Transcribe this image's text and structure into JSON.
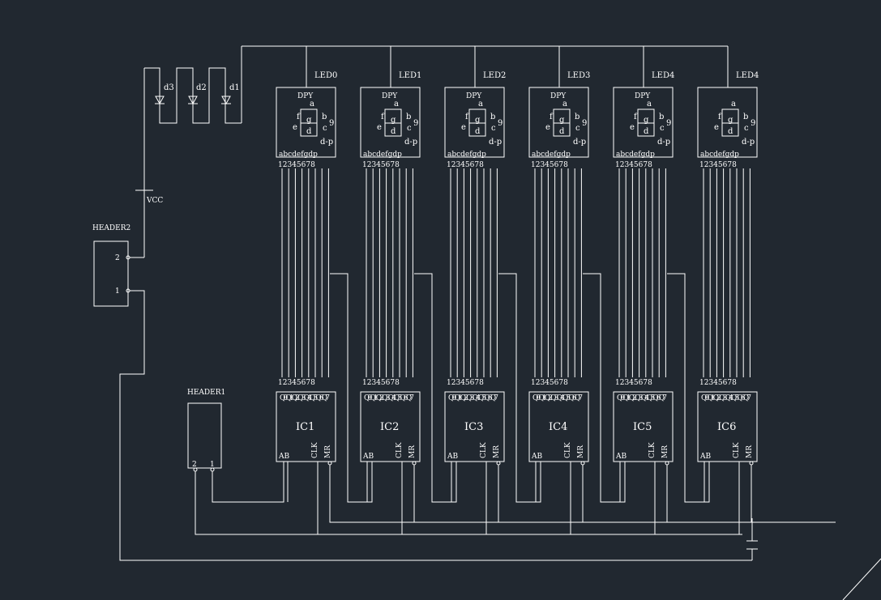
{
  "diagram": {
    "background": "#212830",
    "line_color": "#ffffff",
    "vcc": {
      "label": "VCC"
    },
    "diodes": [
      {
        "id": "d3",
        "label": "d3"
      },
      {
        "id": "d2",
        "label": "d2"
      },
      {
        "id": "d1",
        "label": "d1"
      }
    ],
    "header2": {
      "label": "HEADER2",
      "pins": [
        "2",
        "1"
      ]
    },
    "header1": {
      "label": "HEADER1",
      "pins": [
        "2",
        "1"
      ]
    },
    "displays": [
      {
        "label": "LED0",
        "type": "DPY"
      },
      {
        "label": "LED1",
        "type": "DPY"
      },
      {
        "label": "LED2",
        "type": "DPY"
      },
      {
        "label": "LED3",
        "type": "DPY"
      },
      {
        "label": "LED4",
        "type": "DPY"
      },
      {
        "label": "LED4",
        "type": ""
      }
    ],
    "display_segments": {
      "a": "a",
      "b": "b",
      "c": "c",
      "d": "d",
      "e": "e",
      "f": "f",
      "g": "g",
      "dp": "d-p",
      "extra": "9"
    },
    "display_pin_letters": "abcdefgdp",
    "display_pin_numbers": "12345678",
    "chips": [
      {
        "label": "IC1"
      },
      {
        "label": "IC2"
      },
      {
        "label": "IC3"
      },
      {
        "label": "IC4"
      },
      {
        "label": "IC5"
      },
      {
        "label": "IC6"
      }
    ],
    "chip_pins": {
      "outputs": "Q0Q1Q2Q3Q4Q5Q6Q7",
      "ab": "AB",
      "clk": "CLK",
      "mr": "MR",
      "numbers": "12345678"
    }
  }
}
